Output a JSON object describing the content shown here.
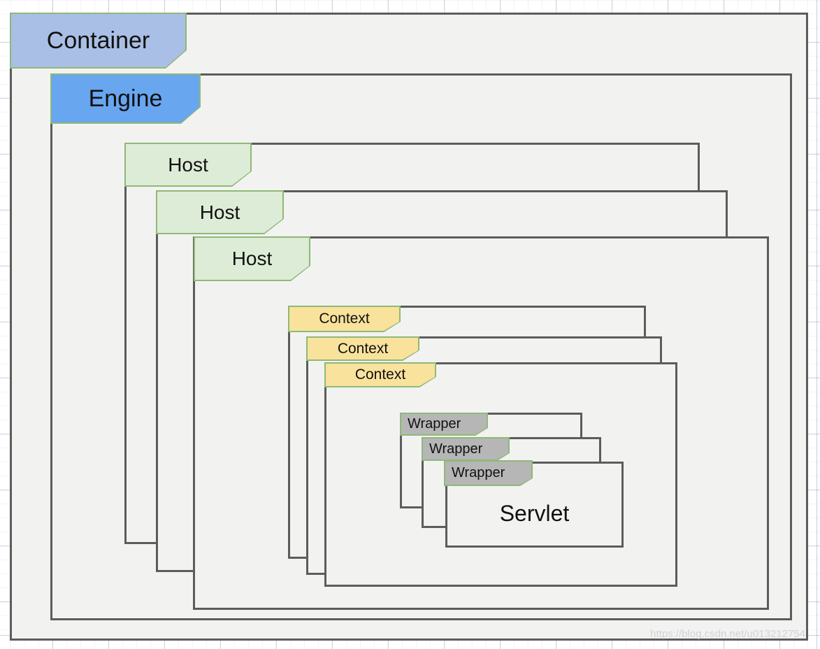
{
  "canvas": {
    "watermark": "https://blog.csdn.net/u013212754"
  },
  "colors": {
    "container_tab_fill": "#a9bfe5",
    "engine_tab_fill": "#68a6f0",
    "host_tab_fill": "#ddecd6",
    "context_tab_fill": "#f9e29b",
    "wrapper_tab_fill": "#b6b6b6",
    "tab_border": "#8fb878",
    "box_border": "#5c5c5c",
    "box_fill": "#f2f3f1"
  },
  "nodes": {
    "container": {
      "label": "Container"
    },
    "engine": {
      "label": "Engine"
    },
    "hosts": [
      {
        "label": "Host"
      },
      {
        "label": "Host"
      },
      {
        "label": "Host"
      }
    ],
    "contexts": [
      {
        "label": "Context"
      },
      {
        "label": "Context"
      },
      {
        "label": "Context"
      }
    ],
    "wrappers": [
      {
        "label": "Wrapper"
      },
      {
        "label": "Wrapper"
      },
      {
        "label": "Wrapper"
      }
    ],
    "servlet": {
      "label": "Servlet"
    }
  }
}
